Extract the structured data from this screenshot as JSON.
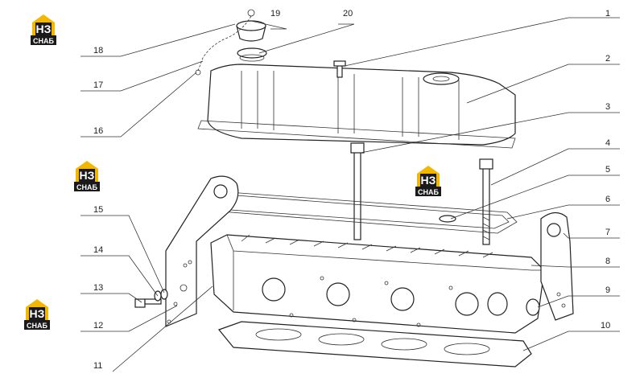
{
  "callouts": [
    "1",
    "2",
    "3",
    "4",
    "5",
    "6",
    "7",
    "8",
    "9",
    "10",
    "11",
    "12",
    "13",
    "14",
    "15",
    "16",
    "17",
    "18",
    "19",
    "20"
  ],
  "logo": {
    "glyph": "НЗ",
    "caption": "СНАБ",
    "colors": {
      "house": "#f2b800",
      "box": "#1a1a1a",
      "text": "#ffffff"
    }
  }
}
